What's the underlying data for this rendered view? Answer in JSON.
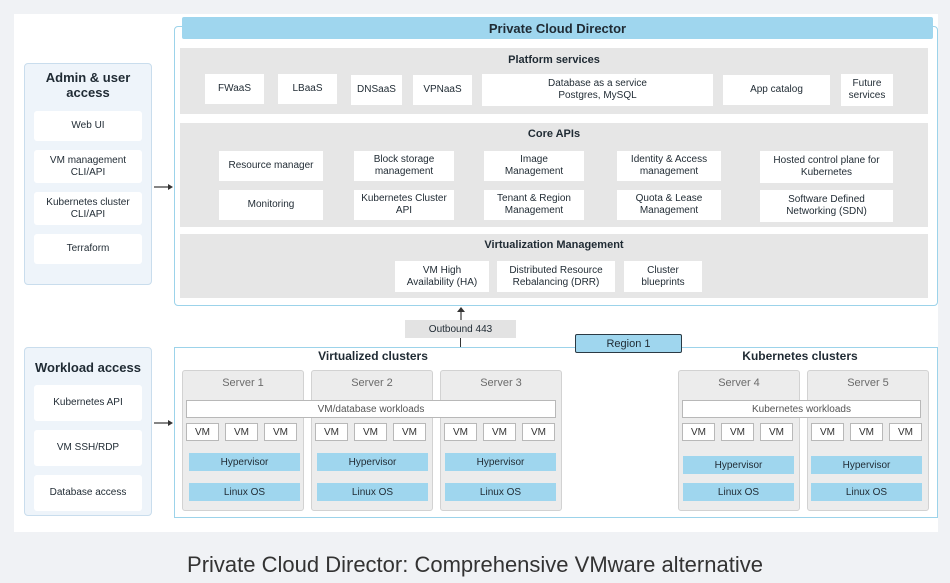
{
  "pcd_title": "Private Cloud Director",
  "admin": {
    "title": "Admin & user\naccess",
    "items": [
      "Web UI",
      "VM management\nCLI/API",
      "Kubernetes cluster\nCLI/API",
      "Terraform"
    ]
  },
  "workload": {
    "title": "Workload access",
    "items": [
      "Kubernetes API",
      "VM SSH/RDP",
      "Database access"
    ]
  },
  "platform": {
    "title": "Platform services",
    "items": [
      "FWaaS",
      "LBaaS",
      "DNSaaS",
      "VPNaaS",
      "Database as a service\nPostgres, MySQL",
      "App catalog",
      "Future\nservices"
    ]
  },
  "core": {
    "title": "Core APIs",
    "items": [
      "Resource manager",
      "Block storage\nmanagement",
      "Image\nManagement",
      "Identity & Access\nmanagement",
      "Hosted control plane for\nKubernetes",
      "Monitoring",
      "Kubernetes  Cluster\nAPI",
      "Tenant & Region\nManagement",
      "Quota & Lease\nManagement",
      "Software Defined\nNetworking (SDN)"
    ]
  },
  "virt": {
    "title": "Virtualization Management",
    "items": [
      "VM High\nAvailability (HA)",
      "Distributed Resource\nRebalancing (DRR)",
      "Cluster\nblueprints"
    ]
  },
  "outbound": "Outbound 443",
  "region": "Region 1",
  "virtualized": {
    "title": "Virtualized clusters",
    "workload": "VM/database workloads",
    "servers": [
      "Server 1",
      "Server 2",
      "Server 3"
    ]
  },
  "kubernetes": {
    "title": "Kubernetes clusters",
    "workload": "Kubernetes workloads",
    "servers": [
      "Server 4",
      "Server 5"
    ]
  },
  "vm_label": "VM",
  "hypervisor_label": "Hypervisor",
  "os_label": "Linux OS",
  "caption": "Private Cloud Director: Comprehensive VMware alternative",
  "colors": {
    "accent_blue": "#9fd6ee",
    "section_gray": "#e6e6e6",
    "border_blue": "#9cd3ea"
  }
}
